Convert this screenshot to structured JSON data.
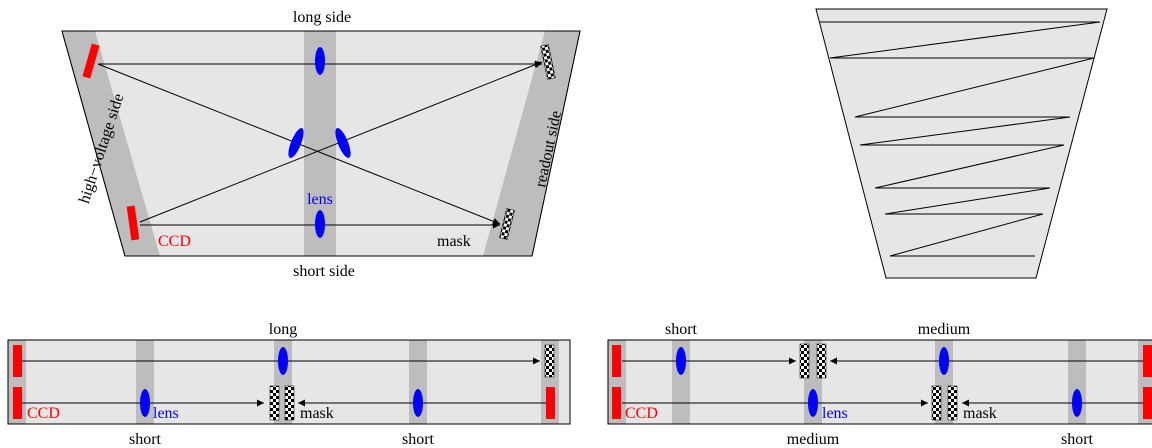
{
  "colors": {
    "panel_fill": "#e6e6e6",
    "band_fill": "#bdbdbd",
    "ccd": "#ff0000",
    "lens": "#0000ff",
    "line": "#000000",
    "mask_dark": "#000000",
    "mask_light": "#ffffff"
  },
  "top_left": {
    "long_side": "long side",
    "short_side": "short side",
    "high_voltage_side": "high−voltage side",
    "readout_side": "readout side",
    "lens": "lens",
    "ccd": "CCD",
    "mask": "mask"
  },
  "bottom_left": {
    "long": "long",
    "short_left": "short",
    "short_right": "short",
    "ccd": "CCD",
    "lens": "lens",
    "mask": "mask"
  },
  "bottom_right": {
    "short_top": "short",
    "medium_top": "medium",
    "medium_bottom": "medium",
    "short_bottom": "short",
    "ccd": "CCD",
    "lens": "lens",
    "mask": "mask"
  },
  "icons": {
    "ccd": "ccd-sensor-icon",
    "lens": "lens-icon",
    "mask": "mask-icon"
  }
}
